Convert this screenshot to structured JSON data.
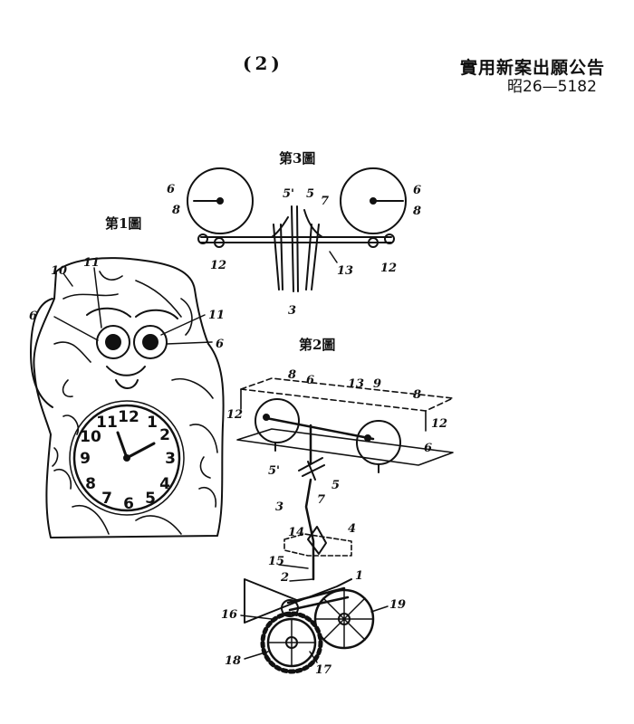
{
  "header": {
    "page_number": "(2)",
    "publication_title": "實用新案出願公告",
    "publication_number": "昭26—5182"
  },
  "figures": {
    "fig1": {
      "label": "第1圖",
      "refs": [
        "10",
        "11",
        "6",
        "11",
        "6"
      ],
      "dial_numbers": [
        "12",
        "1",
        "2",
        "3",
        "4",
        "5",
        "6",
        "7",
        "8",
        "9",
        "10",
        "11"
      ]
    },
    "fig2": {
      "label": "第2圖",
      "refs": [
        "8",
        "6",
        "13",
        "9",
        "8",
        "12",
        "12",
        "6",
        "5'",
        "5",
        "7",
        "3",
        "14",
        "4",
        "15",
        "2",
        "1",
        "16",
        "19",
        "18",
        "17"
      ]
    },
    "fig3": {
      "label": "第3圖",
      "refs": [
        "6",
        "8",
        "5'",
        "5",
        "7",
        "6",
        "8",
        "12",
        "13",
        "12",
        "3"
      ]
    }
  },
  "colors": {
    "ink": "#111111",
    "paper": "#ffffff"
  }
}
